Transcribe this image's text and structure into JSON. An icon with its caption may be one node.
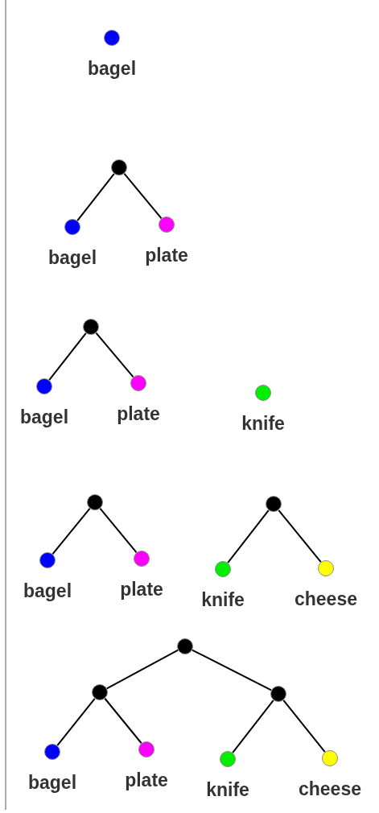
{
  "diagram": {
    "nodes": [
      {
        "text": [
          "bagel"
        ]
      },
      {
        "text": [],
        "shape": "circle"
      },
      {
        "text": [
          "bagel"
        ]
      },
      {
        "text": [
          "plate"
        ]
      },
      {
        "text": [],
        "shape": "circle"
      },
      {
        "text": [
          "bagel"
        ]
      },
      {
        "text": [
          "plate"
        ]
      },
      {
        "text": [
          "knife"
        ]
      },
      {
        "text": [],
        "shape": "circle"
      },
      {
        "text": [],
        "shape": "circle"
      },
      {
        "text": [
          "bagel"
        ]
      },
      {
        "text": [
          "plate"
        ]
      },
      {
        "text": [
          "knife"
        ]
      },
      {
        "text": [
          "cheese"
        ]
      },
      {
        "text": [],
        "shape": "circle"
      },
      {
        "text": [],
        "shape": "circle"
      },
      {
        "text": [],
        "shape": "circle"
      },
      {
        "text": [
          "bagel"
        ]
      },
      {
        "text": [
          "plate"
        ]
      },
      {
        "text": [
          "knife"
        ]
      },
      {
        "text": [
          "cheese"
        ]
      }
    ],
    "edges": [
      {
        "from": 1,
        "to": 2,
        "arrow": "none"
      },
      {
        "from": 1,
        "to": 3,
        "arrow": "none"
      },
      {
        "from": 4,
        "to": 5,
        "arrow": "none"
      },
      {
        "from": 4,
        "to": 6,
        "arrow": "none"
      },
      {
        "from": 8,
        "to": 10,
        "arrow": "none"
      },
      {
        "from": 8,
        "to": 11,
        "arrow": "none"
      },
      {
        "from": 9,
        "to": 12,
        "arrow": "none"
      },
      {
        "from": 9,
        "to": 13,
        "arrow": "none"
      },
      {
        "from": 14,
        "to": 15,
        "arrow": "none"
      },
      {
        "from": 14,
        "to": 16,
        "arrow": "none"
      },
      {
        "from": 15,
        "to": 17,
        "arrow": "none"
      },
      {
        "from": 15,
        "to": 18,
        "arrow": "none"
      },
      {
        "from": 16,
        "to": 19,
        "arrow": "none"
      },
      {
        "from": 16,
        "to": 20,
        "arrow": "none"
      }
    ]
  }
}
